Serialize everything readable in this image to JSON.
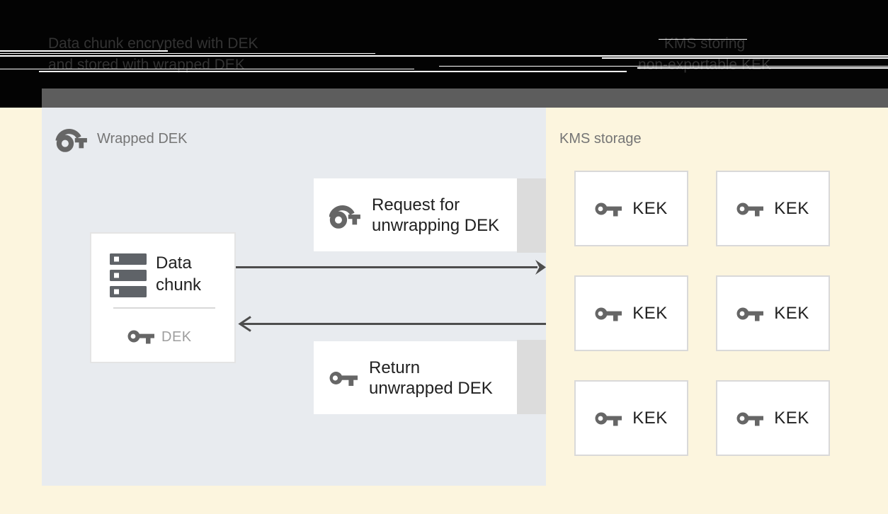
{
  "glitch_header": {
    "left_caption": {
      "line1": "Data chunk encrypted with DEK",
      "line2": "and stored with wrapped DEK"
    },
    "right_caption": {
      "line1": "KMS storing",
      "line2": "non-exportable KEK"
    }
  },
  "dek_panel": {
    "label": "Wrapped DEK",
    "data_chunk": {
      "title_line1": "Data",
      "title_line2": "chunk",
      "key_label": "DEK"
    },
    "request_box": {
      "line1": "Request for",
      "line2": "unwrapping DEK"
    },
    "return_box": {
      "line1": "Return",
      "line2": "unwrapped DEK"
    }
  },
  "kms_panel": {
    "label": "KMS storage",
    "keks": [
      "KEK",
      "KEK",
      "KEK",
      "KEK",
      "KEK",
      "KEK"
    ]
  },
  "icons": {
    "wrapped_key": "wrapped-key-icon",
    "plain_key": "key-icon",
    "data_chunk": "storage-stack-icon"
  },
  "colors": {
    "black-bg": "#030303",
    "glitch-text": "#333333",
    "bar-gray": "#5d5d5d",
    "cream": "#fcf5de",
    "panel-blue": "#e8ebef",
    "white": "#ffffff",
    "box-border": "#e4e4e4",
    "kek-border": "#d9d9d9",
    "text-dark": "#212121",
    "label-gray": "#757575",
    "dek-gray": "#9e9e9e",
    "icon-gray": "#666666",
    "arrow-gray": "#4d4d4d",
    "strip-gray": "#dcdcdc"
  }
}
